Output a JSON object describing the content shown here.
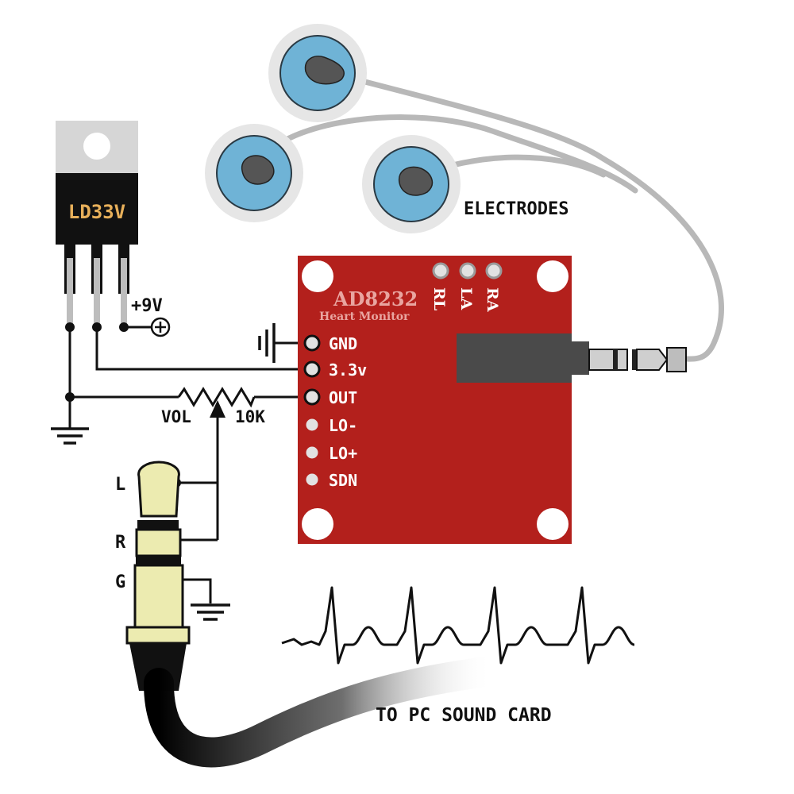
{
  "regulator": {
    "label": "LD33V",
    "label_color": "#e8b05a",
    "body_color": "#111111",
    "tab_color": "#d6d6d6"
  },
  "power": {
    "supply_label": "+9V"
  },
  "board": {
    "color": "#b3201c",
    "title": "AD8232",
    "subtitle": "Heart Monitor",
    "top_pins": [
      "RL",
      "LA",
      "RA"
    ],
    "left_pins": [
      "GND",
      "3.3v",
      "OUT",
      "LO-",
      "LO+",
      "SDN"
    ]
  },
  "potentiometer": {
    "name_label": "VOL",
    "value_label": "10K"
  },
  "audio_plug": {
    "contacts": [
      "L",
      "R",
      "G"
    ],
    "body_color": "#ecebb0"
  },
  "electrodes": {
    "label": "ELECTRODES",
    "pad_color": "#6fb3d6",
    "ring_color": "#e6e6e6"
  },
  "output": {
    "label": "TO PC SOUND CARD"
  },
  "icons": {
    "ground": "ground-symbol-icon",
    "supply": "plus-terminal-icon",
    "waveform": "ecg-waveform-icon"
  }
}
